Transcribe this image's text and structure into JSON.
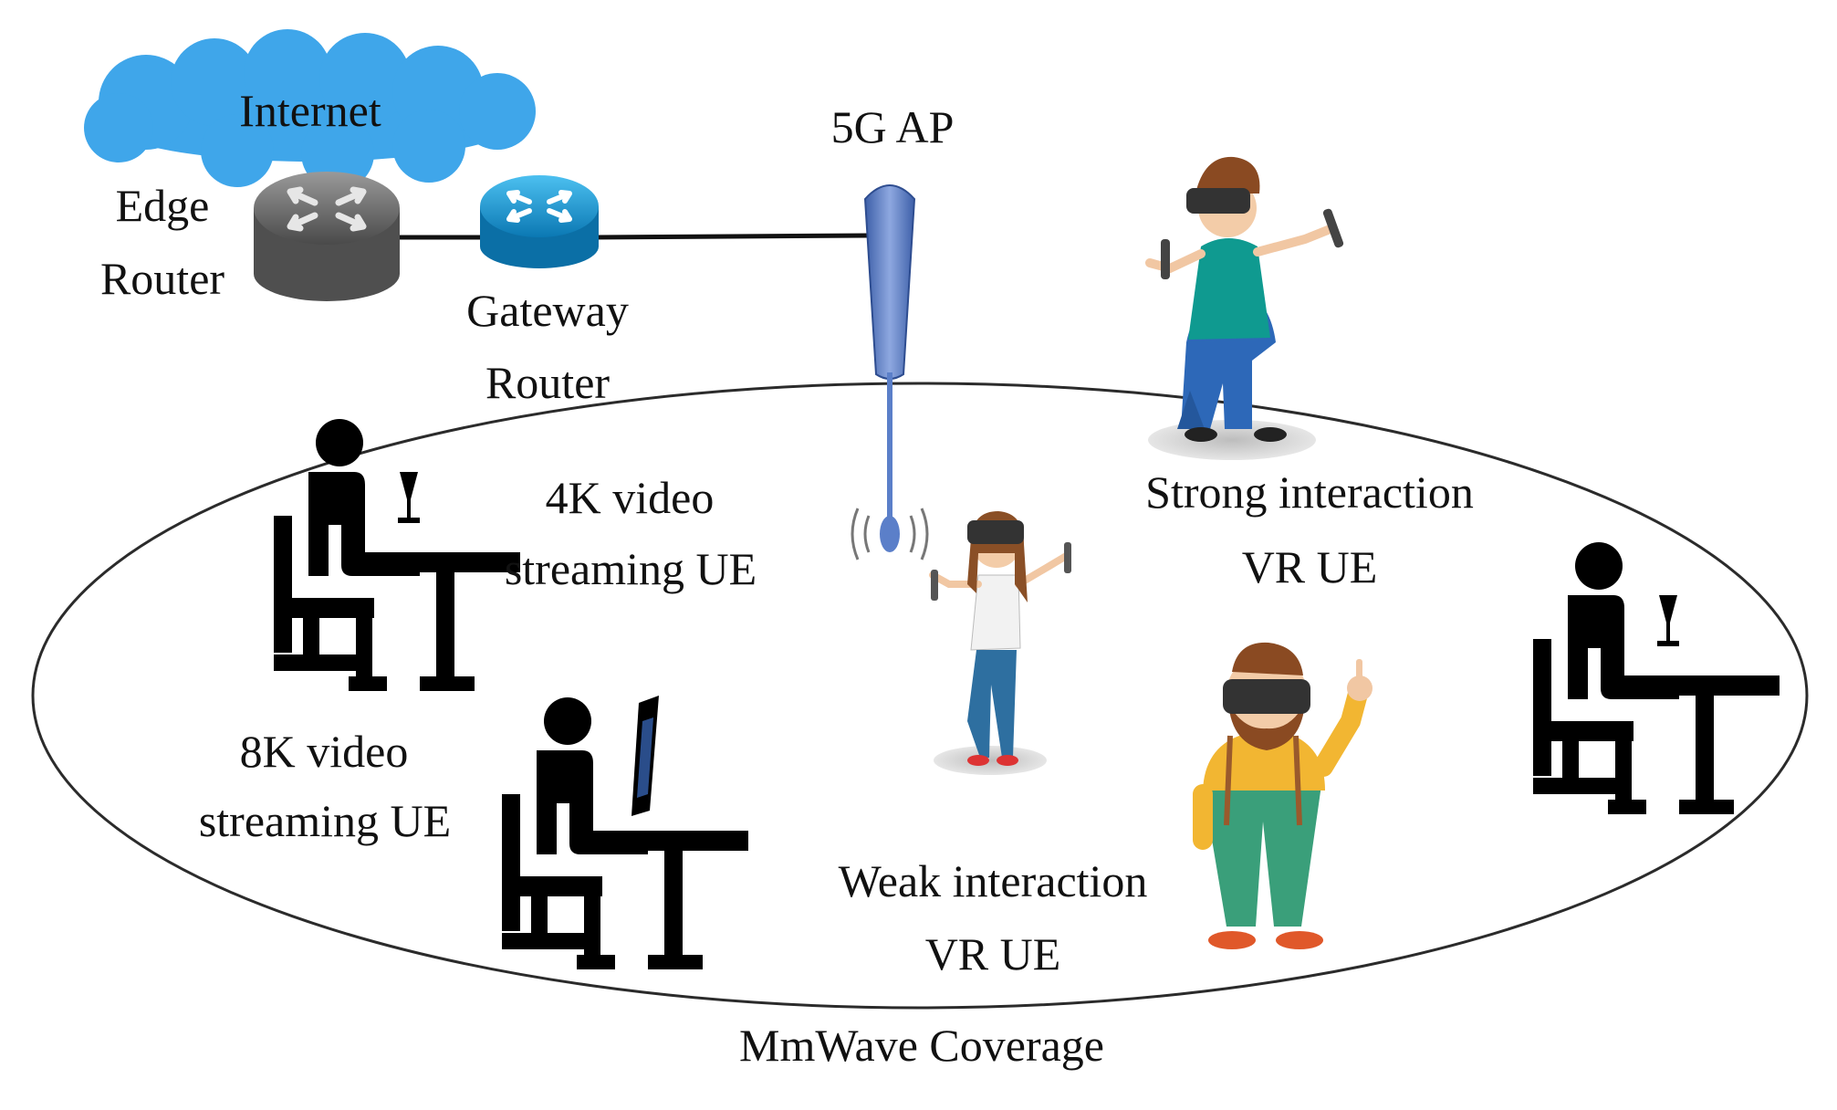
{
  "labels": {
    "internet": "Internet",
    "edge_router_1": "Edge",
    "edge_router_2": "Router",
    "gateway_router_1": "Gateway",
    "gateway_router_2": "Router",
    "ap": "5G AP",
    "ue_4k_1": "4K video",
    "ue_4k_2": "streaming  UE",
    "ue_8k_1": "8K video",
    "ue_8k_2": "streaming  UE",
    "strong_vr_1": "Strong interaction",
    "strong_vr_2": "VR UE",
    "weak_vr_1": "Weak interaction",
    "weak_vr_2": "VR UE",
    "coverage": "MmWave  Coverage"
  },
  "colors": {
    "cloud": "#3fa6ea",
    "edge_router": "#6f6f6f",
    "gateway_router": "#1c9ad6",
    "antenna": "#5b7fc9",
    "ellipse_stroke": "#333333",
    "icon": "#000000"
  }
}
